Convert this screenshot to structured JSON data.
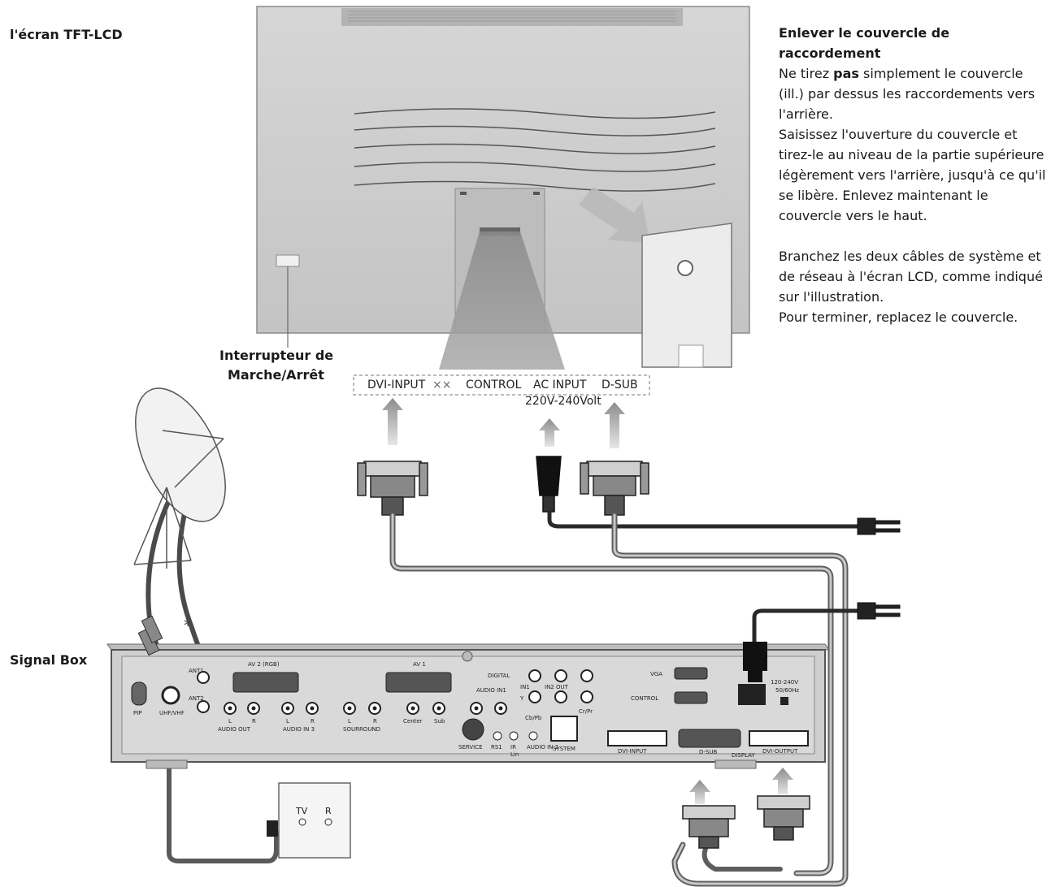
{
  "labels": {
    "screen": "l'écran TFT-LCD",
    "signal_box": "Signal Box",
    "switch_line1": "Interrupteur de",
    "switch_line2": "Marche/Arrêt"
  },
  "instructions": {
    "heading_line1": "Enlever le couvercle de",
    "heading_line2": "raccordement",
    "p1_before": "Ne tirez ",
    "p1_bold": "pas",
    "p1_after": " simplement le couvercle (ill.) par dessus les raccordements vers l'arrière.",
    "p2": "Saisissez l'ouverture du couvercle et tirez-le au niveau de la partie supérieure légèrement vers l'arrière, jusqu'à ce qu'il se libère. Enlevez maintenant le couvercle vers le haut.",
    "p3": "Branchez les deux câbles de système et de réseau à l'écran LCD, comme indiqué sur l'illustration.",
    "p4": "Pour terminer, replacez le couvercle."
  },
  "ports": {
    "dvi_input": "DVI-INPUT",
    "marks": "××",
    "control": "CONTROL",
    "ac_input": "AC INPUT",
    "voltage": "220V-240Volt",
    "dsub": "D-SUB"
  },
  "box": {
    "av2": "AV 2 (RGB)",
    "av1": "AV 1",
    "audio_out": "AUDIO OUT",
    "audio_in3": "AUDIO IN 3",
    "surround": "SOURROUND",
    "center": "Center",
    "sub": "Sub",
    "digital": "DIGITAL",
    "audio_in1": "AUDIO IN1",
    "in1": "IN1",
    "in2out": "IN2 OUT",
    "ycvbs": "Y",
    "cb_pb": "Cb/Pb",
    "cr_pr": "Cr/Pr",
    "service": "SERVICE",
    "rs": "RS1",
    "ir": "IR",
    "lin": "Lin",
    "audio_in2": "AUDIO IN 2",
    "system": "SYSTEM",
    "vga": "VGA",
    "control": "CONTROL",
    "power": "120-240V",
    "hz": "50/60Hz",
    "dvi_input": "DVI-INPUT",
    "dsub": "D-SUB",
    "display": "DISPLAY",
    "dvi_output": "DVI-OUTPUT",
    "ant1": "ANT1",
    "ant2": "ANT2",
    "pip": "PIP",
    "uhf": "UHF/VHF",
    "l": "L",
    "r": "R"
  },
  "wall_socket": {
    "tv": "TV",
    "r": "R"
  },
  "misc": {
    "asterisk": "*"
  },
  "colors": {
    "cable": "#707070",
    "dark_cable": "#2a2a2a",
    "panel": "#c9c9c9",
    "box_face": "#cfcfcf",
    "arrow": "#9a9a9a"
  }
}
